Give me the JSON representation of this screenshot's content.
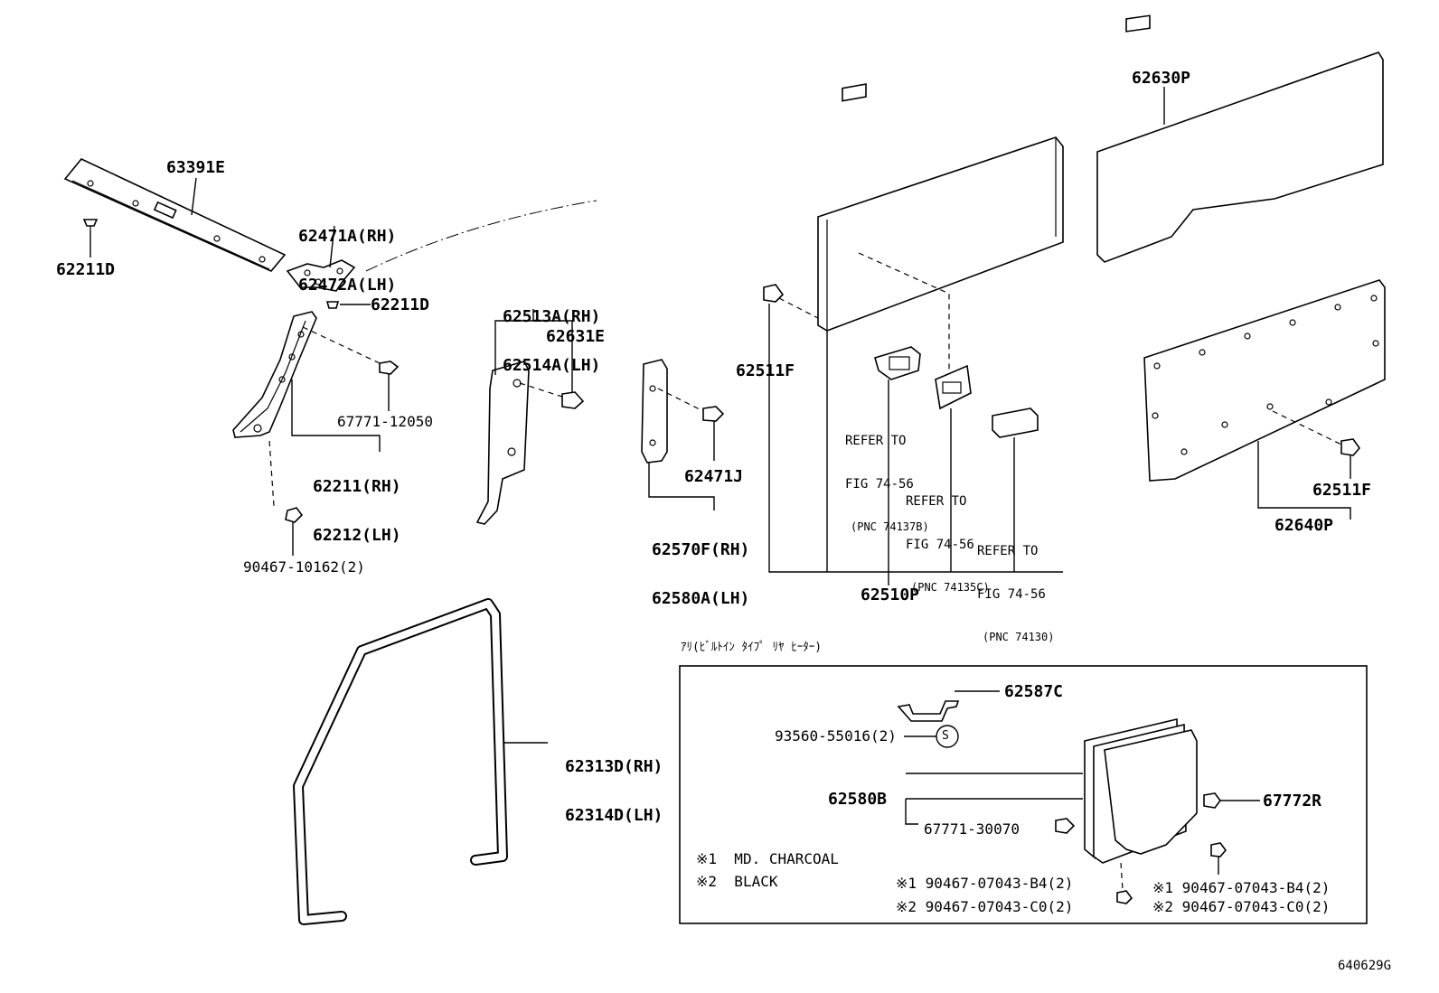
{
  "labels": {
    "p63391e": "63391E",
    "p62211d_left": "62211D",
    "p62471a": "62471A(RH)",
    "p62472a": "62472A(LH)",
    "p62211d_center": "62211D",
    "p67771_12050": "67771-12050",
    "p62211": "62211(RH)",
    "p62212": "62212(LH)",
    "p90467_10162": "90467-10162(2)",
    "p62513a": "62513A(RH)",
    "p62514a": "62514A(LH)",
    "p62631e": "62631E",
    "p62471j": "62471J",
    "p62570f": "62570F(RH)",
    "p62580a": "62580A(LH)",
    "p62511f_center": "62511F",
    "p62630p": "62630P",
    "p62511f_right": "62511F",
    "p62640p": "62640P",
    "p62510p": "62510P",
    "p62313d": "62313D(RH)",
    "p62314d": "62314D(LH)",
    "p62587c": "62587C",
    "p93560": "93560-55016(2)",
    "p62580b": "62580B",
    "p67771_30070": "67771-30070",
    "p67772r": "67772R",
    "p90467_b4_left": "※1 90467-07043-B4(2)",
    "p90467_c0_left": "※2 90467-07043-C0(2)",
    "p90467_b4_right": "※1 90467-07043-B4(2)",
    "p90467_c0_right": "※2 90467-07043-C0(2)",
    "s_symbol": "S"
  },
  "references": {
    "ref_74137b": [
      "REFER TO",
      "FIG 74-56",
      "(PNC 74137B)"
    ],
    "ref_74135c": [
      "REFER TO",
      "FIG 74-56",
      "(PNC 74135C)"
    ],
    "ref_74130": [
      "REFER TO",
      "FIG 74-56",
      "(PNC 74130)"
    ]
  },
  "inset": {
    "title": "ｱﾘ(ﾋﾞﾙﾄｲﾝ ﾀｲﾌﾟ ﾘﾔ ﾋｰﾀｰ)",
    "legend_1": "※1  MD. CHARCOAL",
    "legend_2": "※2  BLACK"
  },
  "figure_id": "640629G"
}
